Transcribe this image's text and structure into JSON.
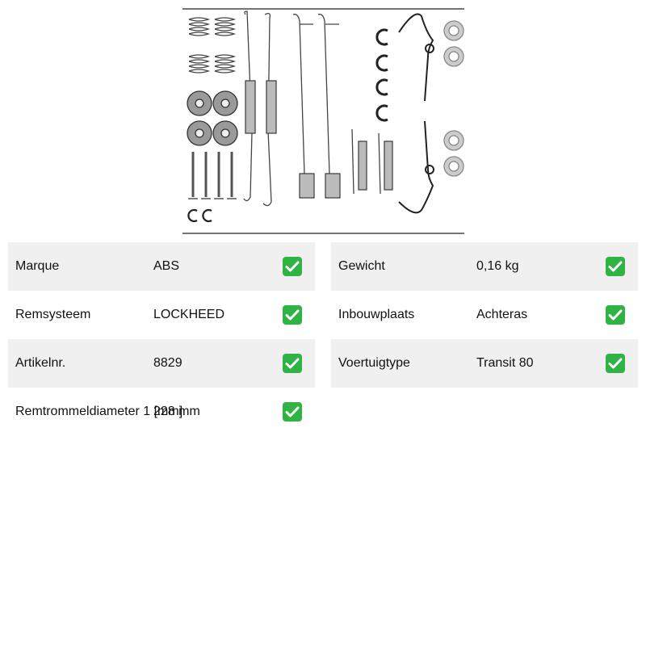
{
  "specs_left": [
    {
      "label": "Marque",
      "value": "ABS"
    },
    {
      "label": "Remsysteem",
      "value": "LOCKHEED"
    },
    {
      "label": "Artikelnr.",
      "value": "8829"
    },
    {
      "label": "Remtrommeldiameter 1 [mm]",
      "value": "228 mm"
    }
  ],
  "specs_right": [
    {
      "label": "Gewicht",
      "value": "0,16 kg"
    },
    {
      "label": "Inbouwplaats",
      "value": "Achteras"
    },
    {
      "label": "Voertuigtype",
      "value": "Transit 80"
    }
  ],
  "colors": {
    "row_shade": "#f0f0f0",
    "check_green": "#2fb344"
  },
  "icons": {
    "check": "white-check-mark-in-green-box-icon"
  }
}
